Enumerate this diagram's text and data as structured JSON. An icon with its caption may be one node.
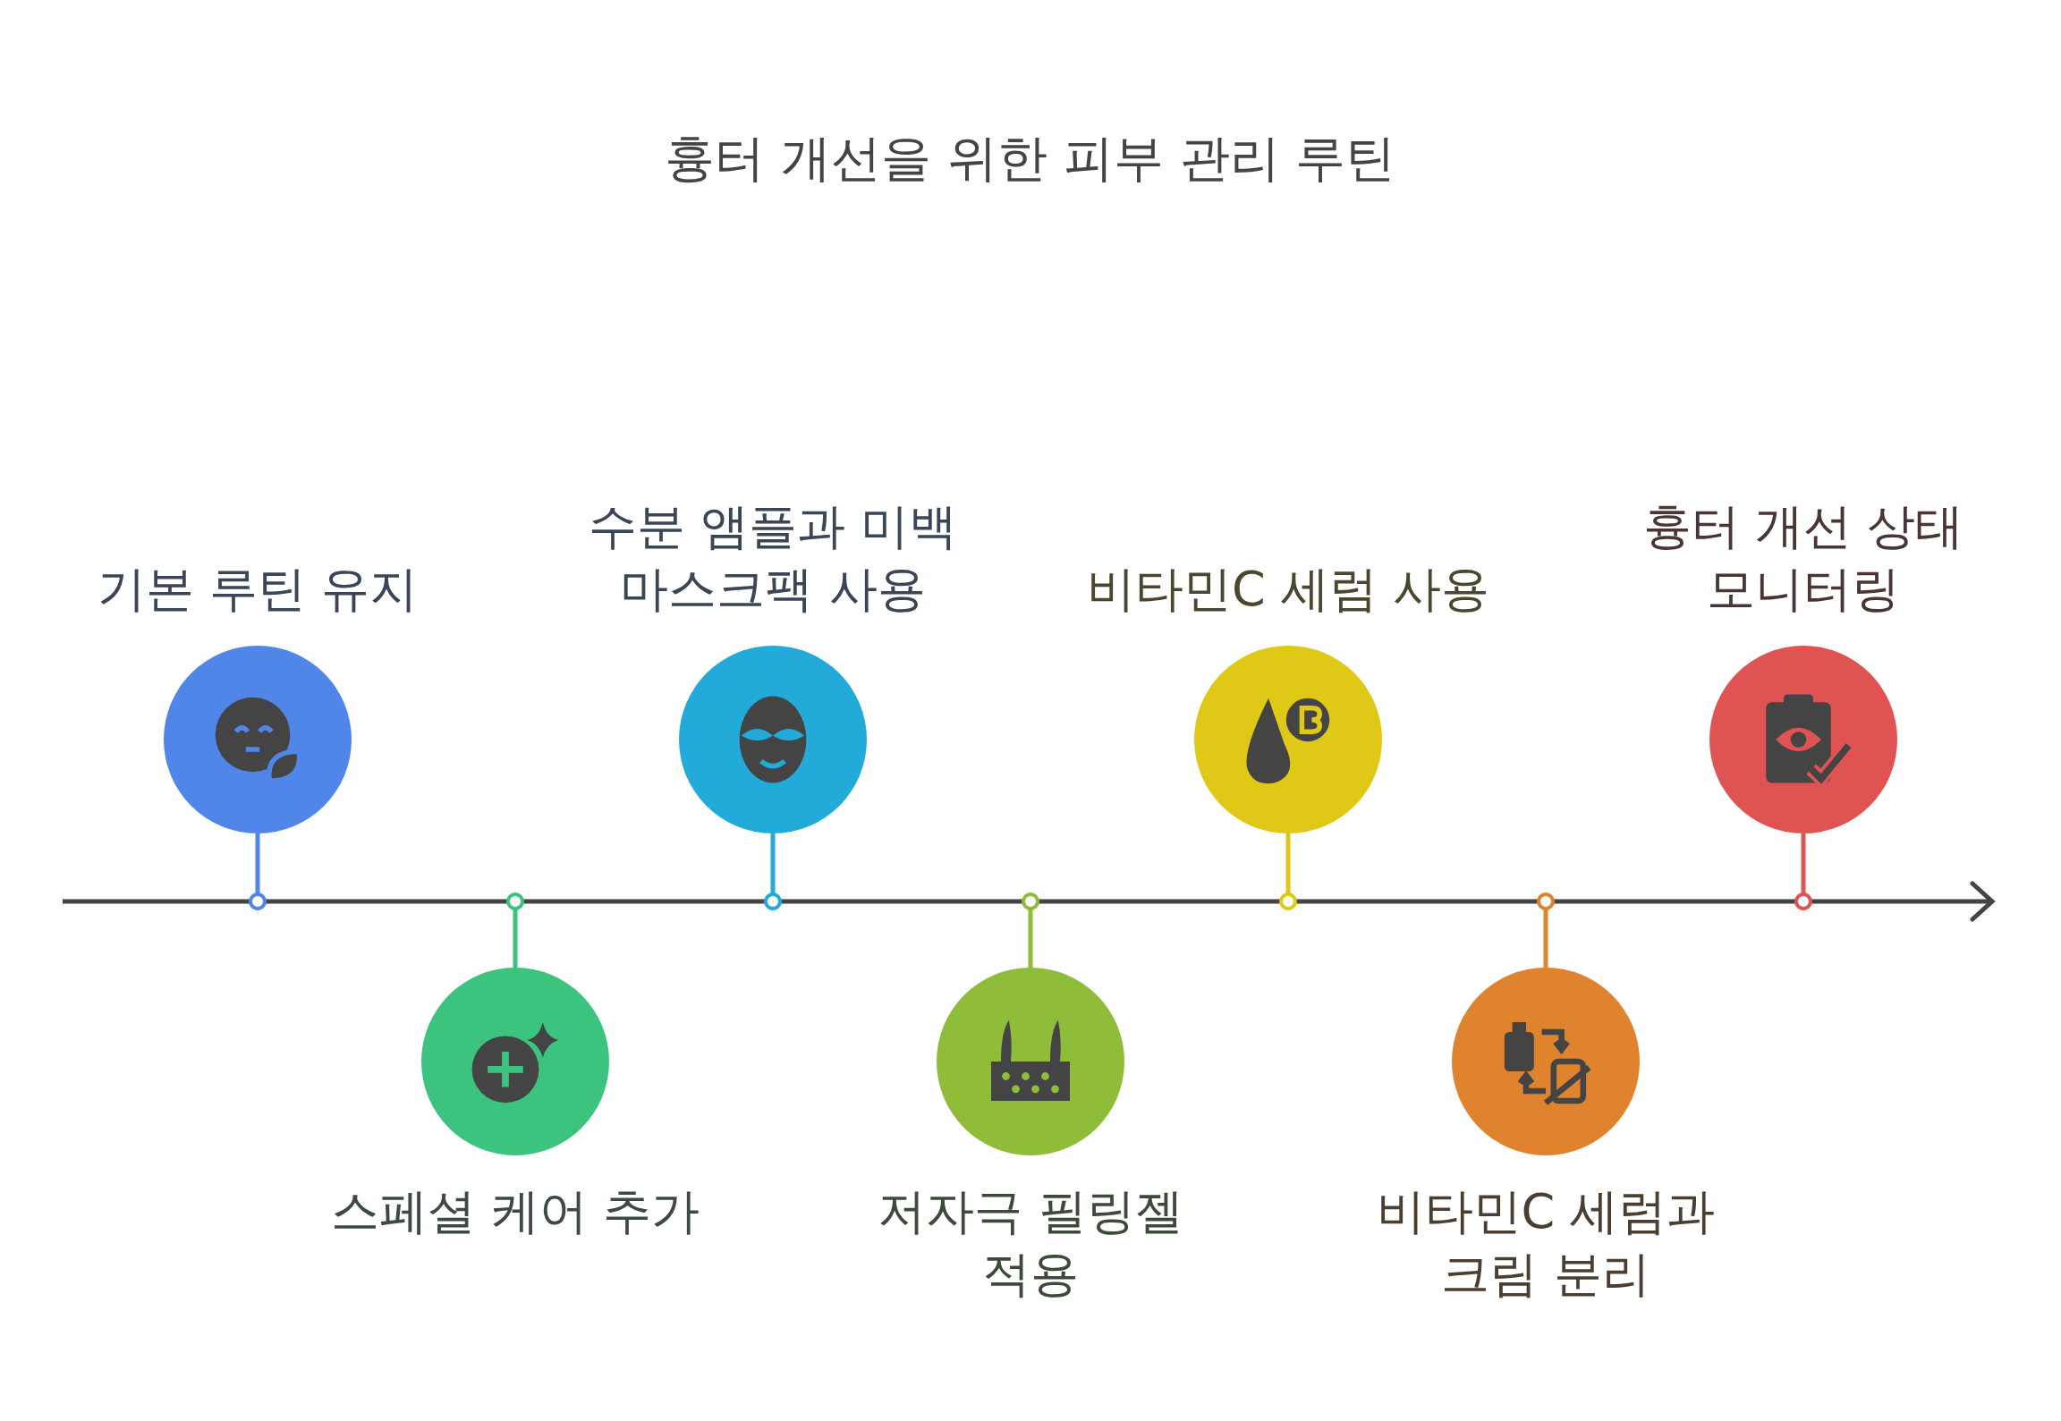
{
  "diagram": {
    "title": "흉터 개선을 위한 피부 관리 루틴",
    "nodes": [
      {
        "text": [
          "기본 루틴 유지"
        ]
      },
      {
        "text": [
          "스페셜 케어 추가"
        ]
      },
      {
        "text": [
          "수분 앰플과 미백 마스크팩 사용"
        ]
      },
      {
        "text": [
          "저자극 필링젤 적용"
        ]
      },
      {
        "text": [
          "비타민C 세럼 사용"
        ]
      },
      {
        "text": [
          "비타민C 세럼과 크림 분리"
        ]
      },
      {
        "text": [
          "흉터 개선 상태 모니터링"
        ]
      }
    ],
    "edges": []
  }
}
